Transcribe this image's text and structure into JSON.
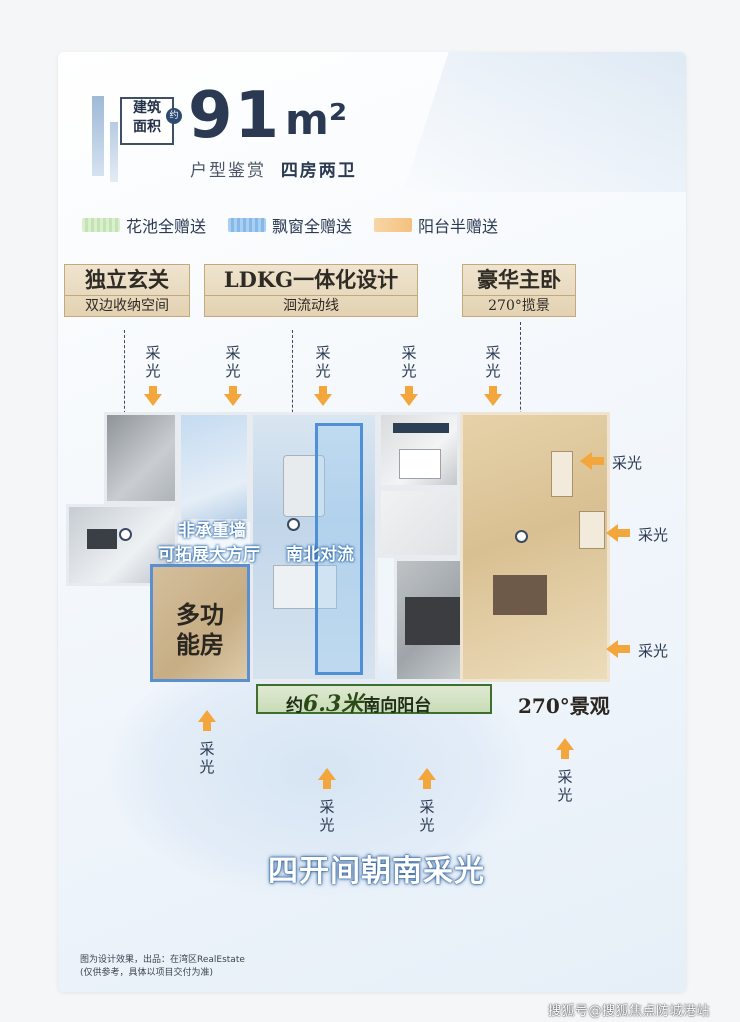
{
  "header": {
    "area_label_line1": "建筑",
    "area_label_line2": "面积",
    "approx_badge": "约",
    "area_value": "91",
    "area_unit": "m²",
    "subtitle_left": "户型鉴赏",
    "subtitle_right": "四房两卫"
  },
  "legend": [
    {
      "label": "花池全赠送",
      "color": "#cfe9c3"
    },
    {
      "label": "飘窗全赠送",
      "color": "#9cc6ee"
    },
    {
      "label": "阳台半赠送",
      "color": "#f6cf98"
    }
  ],
  "tags": {
    "entrance_title": "独立玄关",
    "entrance_sub": "双边收纳空间",
    "ldkg_title": "LDKG一体化设计",
    "ldkg_sub": "洄流动线",
    "master_title": "豪华主卧",
    "master_sub": "270°揽景"
  },
  "light_label": "采光",
  "plan_notes": {
    "wall_line1": "非承重墙",
    "wall_line2": "可拓展大方厅",
    "convection": "南北对流",
    "multi_line1": "多功",
    "multi_line2": "能房",
    "balcony_prefix": "约",
    "balcony_length": "6.3米",
    "balcony_suffix": "南向阳台",
    "view": "270°景观"
  },
  "slogan": "四开间朝南采光",
  "footnote_line1": "图为设计效果，出品：在湾区RealEstate",
  "footnote_line2": "(仅供参考，具体以项目交付为准)",
  "watermark": "搜狐号@搜狐焦点防城港站",
  "colors": {
    "accent_orange": "#f2a63c",
    "blue_overlay": "#7fb4e6",
    "tan_tag": "#e6d6b8"
  }
}
